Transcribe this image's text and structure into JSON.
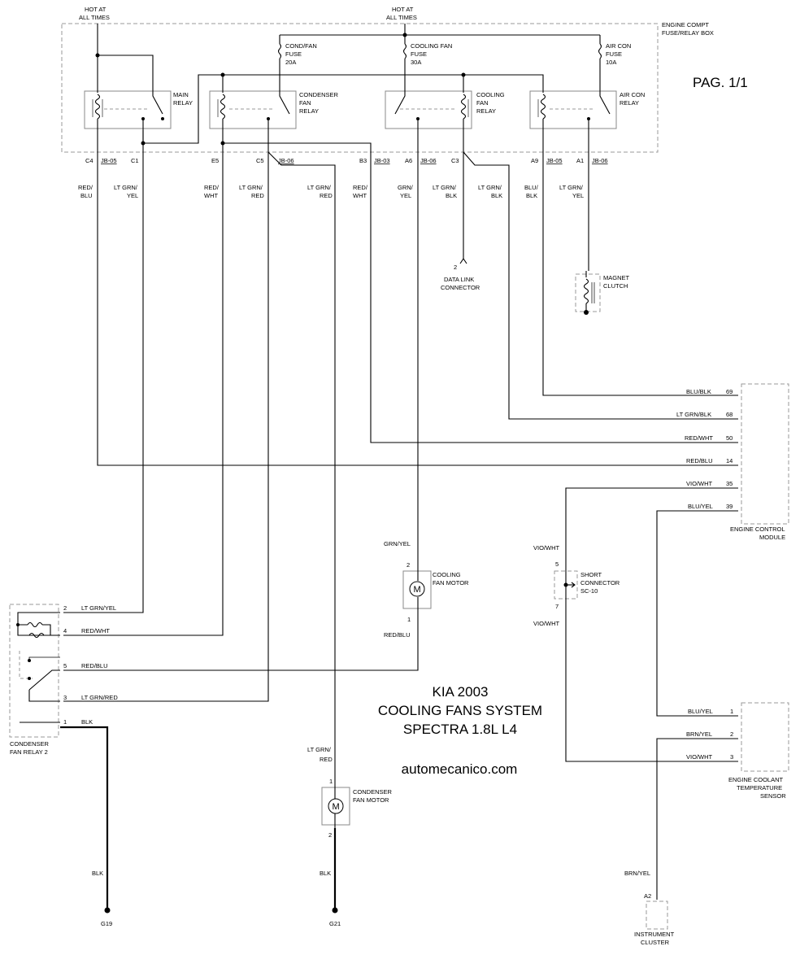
{
  "page_label": "PAG. 1/1",
  "title": {
    "line1": "KIA 2003",
    "line2": "COOLING FANS SYSTEM",
    "line3": "SPECTRA 1.8L L4"
  },
  "website": "automecanico.com",
  "fuse_box": {
    "label_line1": "ENGINE COMPT",
    "label_line2": "FUSE/RELAY BOX",
    "hot_left": [
      "HOT AT",
      "ALL TIMES"
    ],
    "hot_right": [
      "HOT AT",
      "ALL TIMES"
    ],
    "fuses": [
      {
        "lines": [
          "COND/FAN",
          "FUSE",
          "20A"
        ]
      },
      {
        "lines": [
          "COOLING FAN",
          "FUSE",
          "30A"
        ]
      },
      {
        "lines": [
          "AIR CON",
          "FUSE",
          "10A"
        ]
      }
    ],
    "relays": [
      {
        "lines": [
          "MAIN",
          "RELAY"
        ]
      },
      {
        "lines": [
          "CONDENSER",
          "FAN",
          "RELAY"
        ]
      },
      {
        "lines": [
          "COOLING",
          "FAN",
          "RELAY"
        ]
      },
      {
        "lines": [
          "AIR CON",
          "RELAY"
        ]
      }
    ],
    "pins": [
      {
        "pin": "C4",
        "conn": "JB-05"
      },
      {
        "pin": "C1",
        "conn": ""
      },
      {
        "pin": "E5",
        "conn": ""
      },
      {
        "pin": "C5",
        "conn": "JB-06"
      },
      {
        "pin": "B3",
        "conn": "JB-03"
      },
      {
        "pin": "A6",
        "conn": "JB-06"
      },
      {
        "pin": "C3",
        "conn": ""
      },
      {
        "pin": "A9",
        "conn": "JB-05"
      },
      {
        "pin": "A1",
        "conn": "JB-06"
      }
    ]
  },
  "wire_colors_top": [
    [
      "RED/",
      "BLU"
    ],
    [
      "LT GRN/",
      "YEL"
    ],
    [
      "RED/",
      "WHT"
    ],
    [
      "LT GRN/",
      "RED"
    ],
    [
      "LT GRN/",
      "RED"
    ],
    [
      "RED/",
      "WHT"
    ],
    [
      "GRN/",
      "YEL"
    ],
    [
      "LT GRN/",
      "BLK"
    ],
    [
      "LT GRN/",
      "BLK"
    ],
    [
      "BLU/",
      "BLK"
    ],
    [
      "LT GRN/",
      "YEL"
    ]
  ],
  "data_link": {
    "pin": "2",
    "lines": [
      "DATA LINK",
      "CONNECTOR"
    ]
  },
  "magnet_clutch": {
    "lines": [
      "MAGNET",
      "CLUTCH"
    ]
  },
  "ecm": {
    "label": [
      "ENGINE CONTROL",
      "MODULE"
    ],
    "rows": [
      {
        "wire": "BLU/BLK",
        "pin": "69"
      },
      {
        "wire": "LT GRN/BLK",
        "pin": "68"
      },
      {
        "wire": "RED/WHT",
        "pin": "50"
      },
      {
        "wire": "RED/BLU",
        "pin": "14"
      },
      {
        "wire": "VIO/WHT",
        "pin": "35"
      },
      {
        "wire": "BLU/YEL",
        "pin": "39"
      }
    ]
  },
  "short_connector": {
    "label": [
      "SHORT",
      "CONNECTOR",
      "SC-10"
    ],
    "pin_top": "5",
    "pin_bottom": "7",
    "wire_top": "VIO/WHT",
    "wire_bottom": "VIO/WHT"
  },
  "cooling_fan_motor": {
    "label": [
      "COOLING",
      "FAN MOTOR"
    ],
    "symbol": "M",
    "pin_top": "2",
    "pin_bottom": "1",
    "wire_top": "GRN/YEL",
    "wire_bottom": "RED/BLU"
  },
  "condenser_fan_motor": {
    "label": [
      "CONDENSER",
      "FAN MOTOR"
    ],
    "symbol": "M",
    "pin_top": "1",
    "pin_bottom": "2",
    "wire_top": [
      "LT GRN/",
      "RED"
    ],
    "wire_bottom": "BLK"
  },
  "condenser_relay2": {
    "label": [
      "CONDENSER",
      "FAN RELAY 2"
    ],
    "rows": [
      {
        "pin": "2",
        "wire": "LT GRN/YEL"
      },
      {
        "pin": "4",
        "wire": "RED/WHT"
      },
      {
        "pin": "5",
        "wire": "RED/BLU"
      },
      {
        "pin": "3",
        "wire": "LT GRN/RED"
      },
      {
        "pin": "1",
        "wire": "BLK"
      }
    ]
  },
  "ect_sensor": {
    "label": [
      "ENGINE COOLANT",
      "TEMPERATURE",
      "SENSOR"
    ],
    "rows": [
      {
        "wire": "BLU/YEL",
        "pin": "1"
      },
      {
        "wire": "BRN/YEL",
        "pin": "2"
      },
      {
        "wire": "VIO/WHT",
        "pin": "3"
      }
    ]
  },
  "instrument_cluster": {
    "pin": "A2",
    "wire": "BRN/YEL",
    "label": [
      "INSTRUMENT",
      "CLUSTER"
    ]
  },
  "grounds": [
    {
      "name": "G19",
      "wire": "BLK"
    },
    {
      "name": "G21",
      "wire": "BLK"
    }
  ]
}
